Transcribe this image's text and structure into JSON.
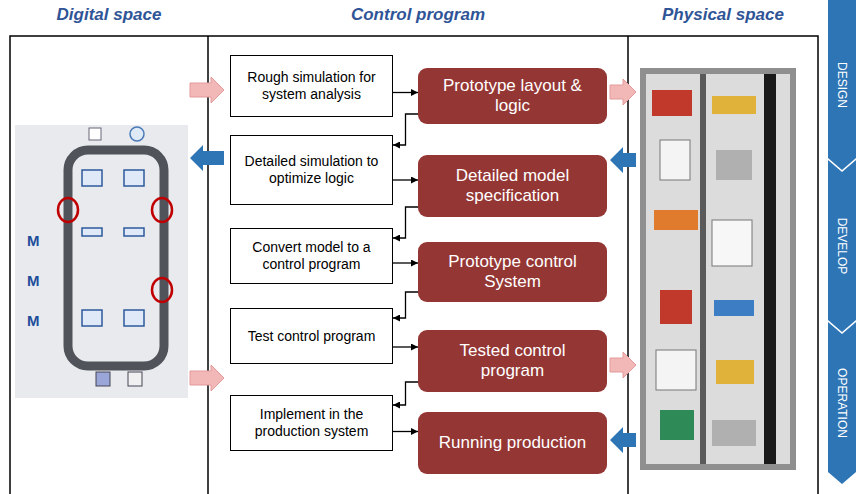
{
  "diagram": {
    "nodes": [
      {
        "text": [
          "Rough simulation for system analysis"
        ]
      },
      {
        "text": [
          "Prototype layout & logic"
        ]
      },
      {
        "text": [
          "Detailed simulation to optimize logic"
        ]
      },
      {
        "text": [
          "Detailed model specification"
        ]
      },
      {
        "text": [
          "Convert model to a control program"
        ]
      },
      {
        "text": [
          "Prototype control System"
        ]
      },
      {
        "text": [
          "Test control program"
        ]
      },
      {
        "text": [
          "Tested control program"
        ]
      },
      {
        "text": [
          "Implement in the production system"
        ]
      },
      {
        "text": [
          "Running production"
        ]
      },
      {
        "text": [
          "DESIGN"
        ]
      },
      {
        "text": [
          "DEVELOP"
        ]
      },
      {
        "text": [
          "OPERATION"
        ]
      }
    ],
    "edges": [
      {
        "from": 0,
        "to": 1,
        "arrow": "to"
      },
      {
        "from": 1,
        "to": 2,
        "arrow": "to"
      },
      {
        "from": 2,
        "to": 3,
        "arrow": "to"
      },
      {
        "from": 3,
        "to": 4,
        "arrow": "to"
      },
      {
        "from": 4,
        "to": 5,
        "arrow": "to"
      },
      {
        "from": 5,
        "to": 6,
        "arrow": "to"
      },
      {
        "from": 6,
        "to": 7,
        "arrow": "to"
      },
      {
        "from": 7,
        "to": 8,
        "arrow": "to"
      },
      {
        "from": 8,
        "to": 9,
        "arrow": "to"
      }
    ],
    "labels": [
      "Digital space",
      "Control program",
      "Physical space",
      "M",
      "M",
      "M"
    ]
  }
}
